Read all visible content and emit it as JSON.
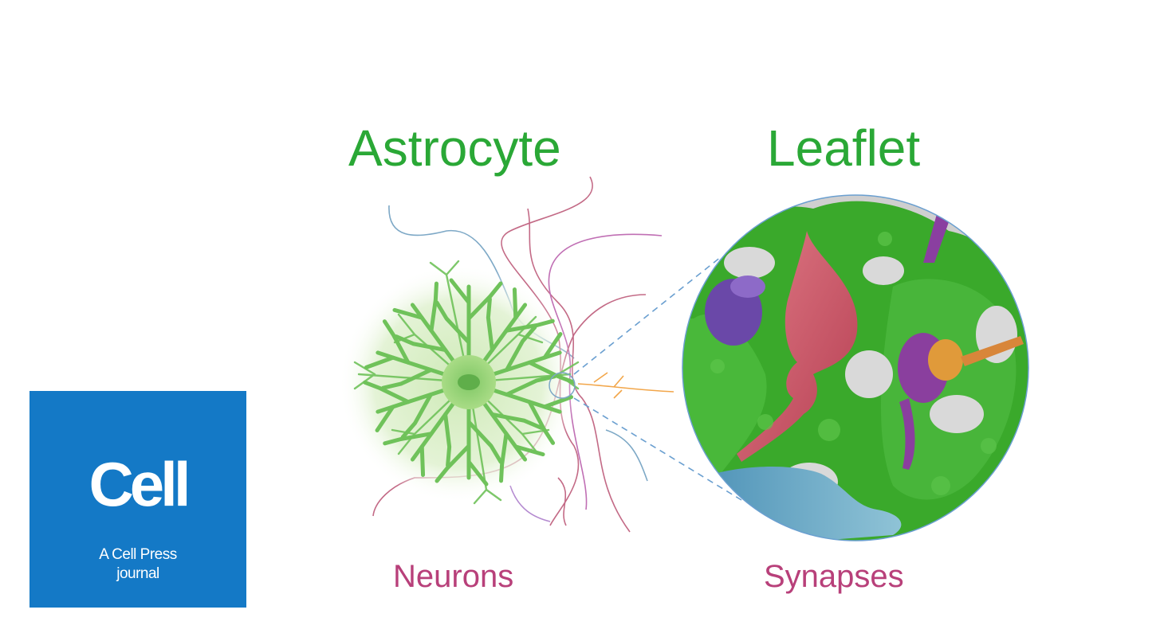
{
  "titles": {
    "astrocyte": "Astrocyte",
    "leaflet": "Leaflet"
  },
  "captions": {
    "neurons": "Neurons",
    "synapses": "Synapses"
  },
  "logo": {
    "word": "Cell",
    "tagline_line1": "A Cell Press",
    "tagline_line2": "journal"
  },
  "colors": {
    "title_green": "#2aa836",
    "caption_magenta": "#b8407a",
    "logo_blue": "#1479c6",
    "astrocyte_green": "#6fc25a",
    "leaflet_green": "#3aa92b",
    "neuron_pink": "#c9566c"
  }
}
